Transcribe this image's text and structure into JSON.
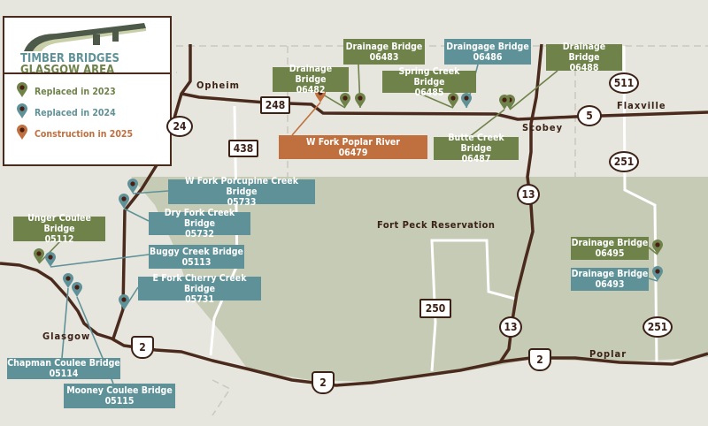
{
  "colors": {
    "replaced_2023": "#6e8249",
    "replaced_2024": "#5f9298",
    "construction_2025": "#c0703f",
    "road": "#4a2a1c",
    "reservation": "#c5cbb4",
    "background": "#e6e6de"
  },
  "legend": {
    "title_line1": "TIMBER BRIDGES",
    "title_line2": "GLASGOW AREA",
    "items": [
      {
        "label": "Replaced in 2023",
        "status": "replaced_2023",
        "icon": "map-pin-icon"
      },
      {
        "label": "Replaced in 2024",
        "status": "replaced_2024",
        "icon": "map-pin-icon"
      },
      {
        "label": "Construction in 2025",
        "status": "construction_2025",
        "icon": "map-pin-icon"
      }
    ]
  },
  "towns": [
    "Opheim",
    "Scobey",
    "Flaxville",
    "Glasgow",
    "Poplar"
  ],
  "region_label": "Fort Peck Reservation",
  "routes": [
    "24",
    "248",
    "438",
    "511",
    "5",
    "251",
    "13",
    "250",
    "13",
    "251",
    "2",
    "2",
    "2"
  ],
  "bridges": [
    {
      "name": "Drainage Bridge",
      "id": "06483",
      "status": "replaced_2023"
    },
    {
      "name": "Drainage Bridge",
      "id": "06482",
      "status": "replaced_2023"
    },
    {
      "name": "Draingage Bridge",
      "id": "06486",
      "status": "replaced_2024"
    },
    {
      "name": "Spring Creek Bridge",
      "id": "06485",
      "status": "replaced_2023"
    },
    {
      "name": "Drainage Bridge",
      "id": "06488",
      "status": "replaced_2023"
    },
    {
      "name": "Butte Creek Bridge",
      "id": "06487",
      "status": "replaced_2023"
    },
    {
      "name": "W Fork Poplar River",
      "id": "06479",
      "status": "construction_2025"
    },
    {
      "name": "W Fork Porcupine Creek Bridge",
      "id": "05733",
      "status": "replaced_2024"
    },
    {
      "name": "Dry Fork Creek Bridge",
      "id": "05732",
      "status": "replaced_2024"
    },
    {
      "name": "Unger Coulee Bridge",
      "id": "05112",
      "status": "replaced_2023"
    },
    {
      "name": "Buggy Creek Bridge",
      "id": "05113",
      "status": "replaced_2024"
    },
    {
      "name": "E Fork Cherry Creek Bridge",
      "id": "05731",
      "status": "replaced_2024"
    },
    {
      "name": "Chapman Coulee Bridge",
      "id": "05114",
      "status": "replaced_2024"
    },
    {
      "name": "Mooney Coulee Bridge",
      "id": "05115",
      "status": "replaced_2024"
    },
    {
      "name": "Drainage Bridge",
      "id": "06495",
      "status": "replaced_2023"
    },
    {
      "name": "Drainage Bridge",
      "id": "06493",
      "status": "replaced_2024"
    }
  ]
}
